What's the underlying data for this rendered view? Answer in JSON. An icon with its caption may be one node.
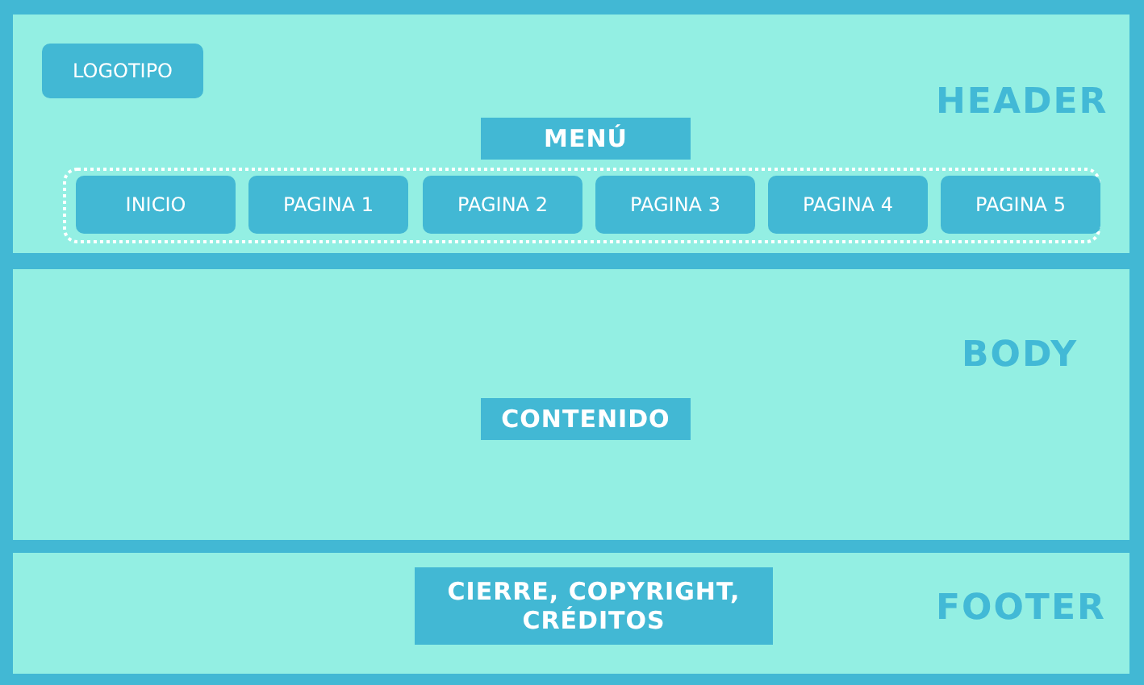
{
  "diagram": {
    "nodes": [
      {
        "text": [
          "HEADER"
        ]
      },
      {
        "text": [
          "LOGOTIPO"
        ],
        "in": 0
      },
      {
        "text": [
          "MENÚ"
        ],
        "in": 0
      },
      {
        "text": [],
        "shape": "box",
        "in": 0
      },
      {
        "text": [
          "INICIO"
        ],
        "in": 3
      },
      {
        "text": [
          "PAGINA 1"
        ],
        "in": 3
      },
      {
        "text": [
          "PAGINA 2"
        ],
        "in": 3
      },
      {
        "text": [
          "PAGINA 3"
        ],
        "in": 3
      },
      {
        "text": [
          "PAGINA 4"
        ],
        "in": 3
      },
      {
        "text": [
          "PAGINA 5"
        ],
        "in": 3
      },
      {
        "text": [
          "BODY"
        ]
      },
      {
        "text": [
          "CONTENIDO"
        ],
        "in": 10
      },
      {
        "text": [
          "FOOTER"
        ]
      },
      {
        "text": [
          "CIERRE, COPYRIGHT, CRÉDITOS"
        ],
        "in": 12
      }
    ]
  }
}
